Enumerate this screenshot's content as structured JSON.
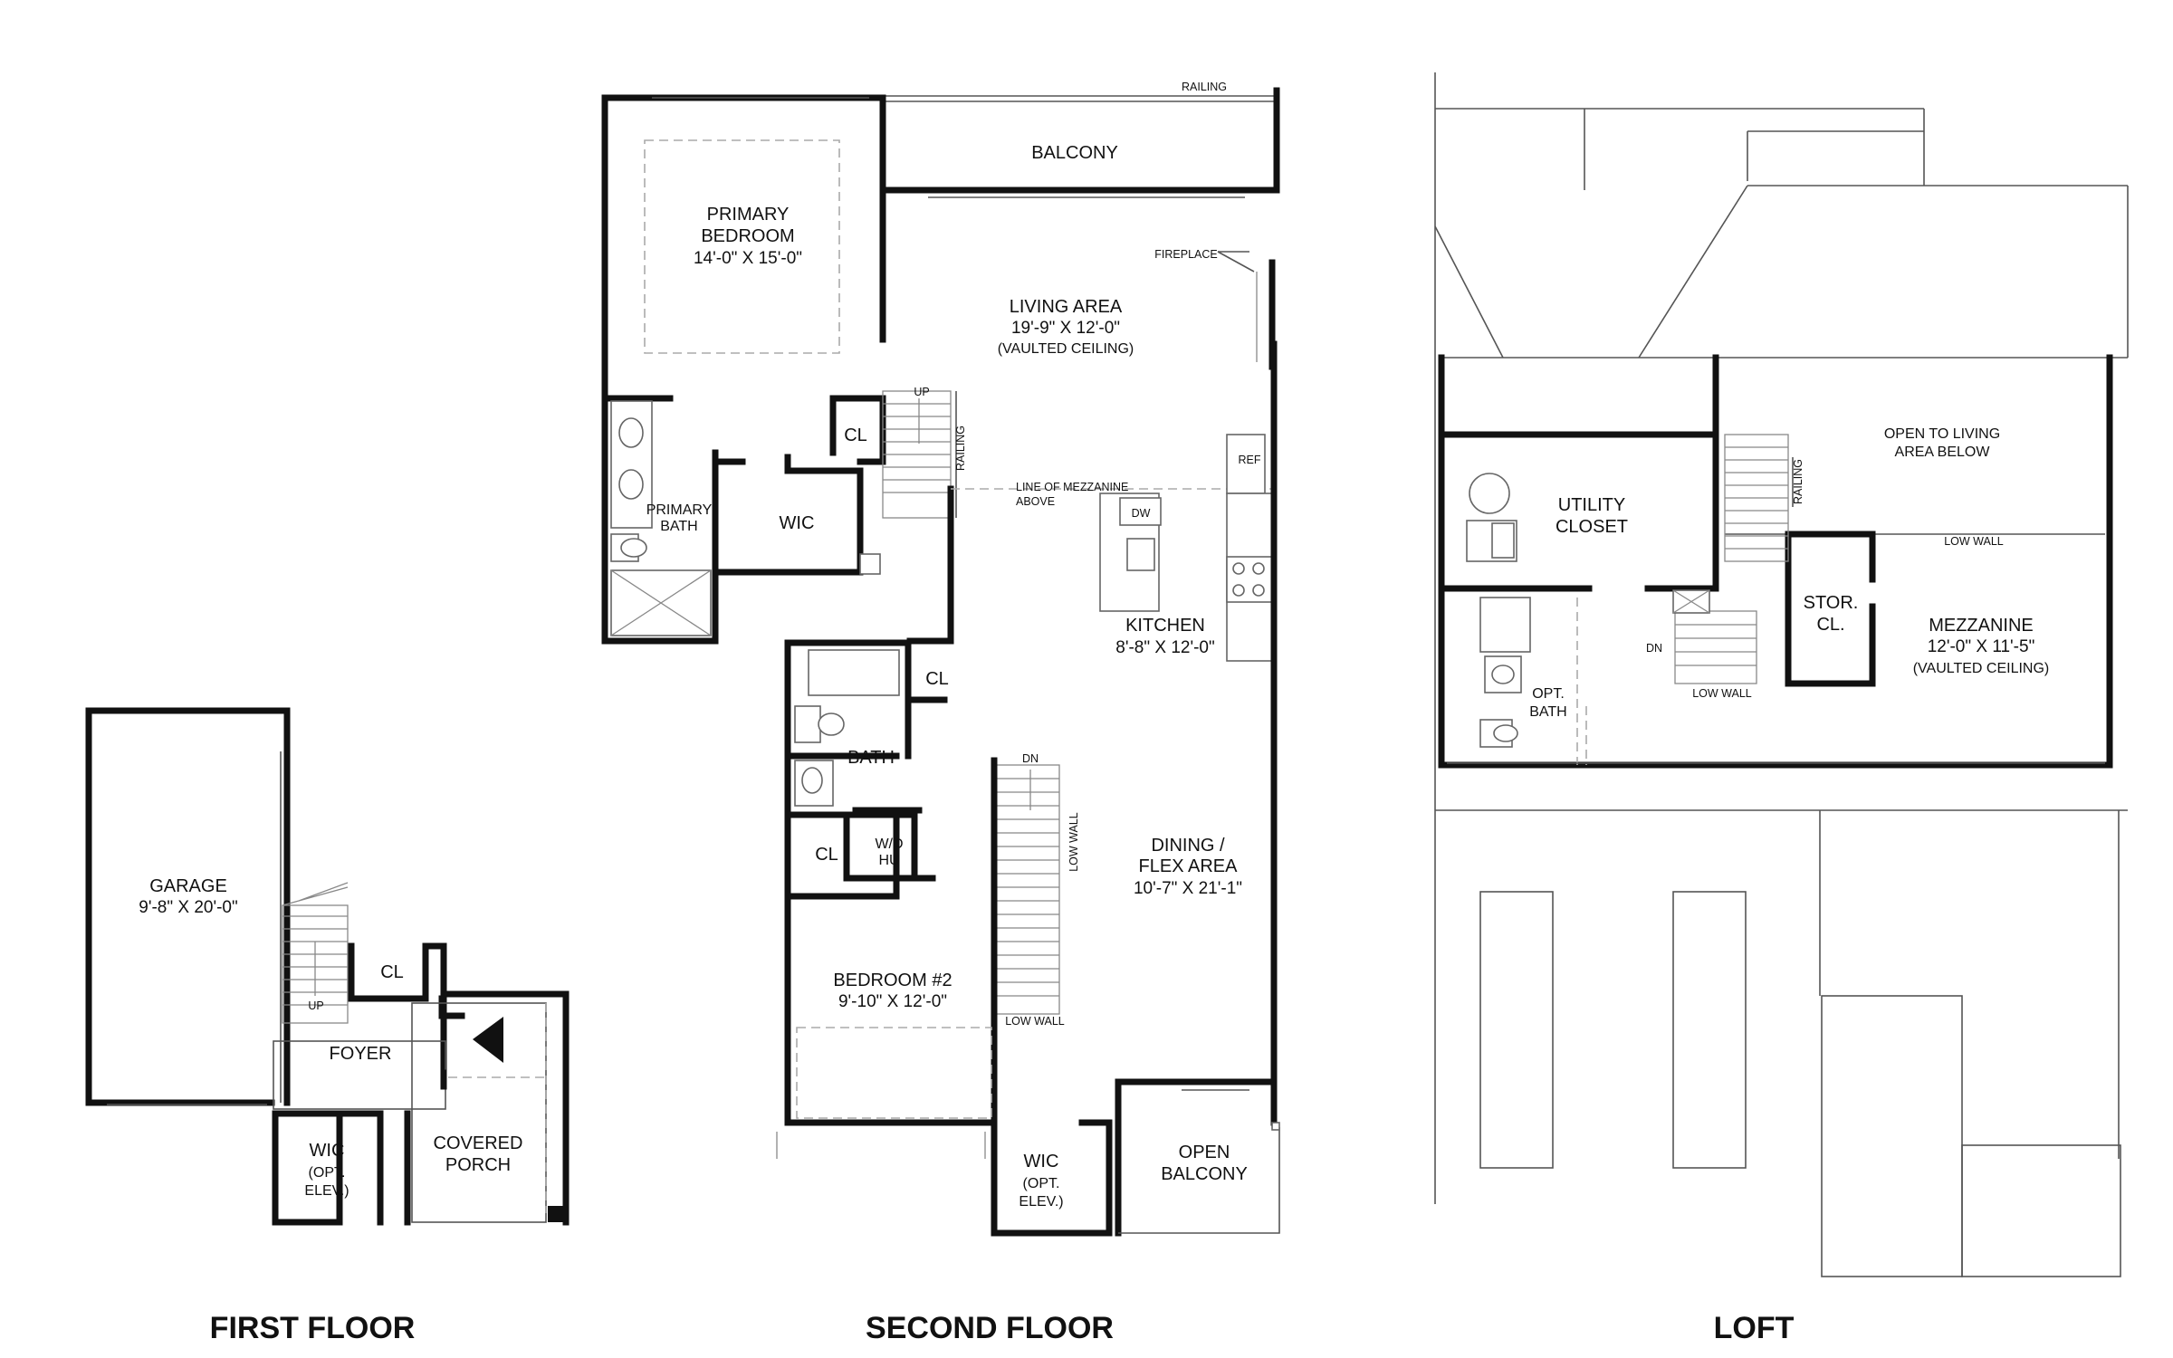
{
  "first_floor": {
    "title": "FIRST FLOOR",
    "garage": {
      "name": "GARAGE",
      "dims": "9'-8\" X 20'-0\""
    },
    "foyer": "FOYER",
    "closet": "CL",
    "wic": {
      "name": "WIC",
      "note1": "(OPT.",
      "note2": "ELEV.)"
    },
    "porch": {
      "line1": "COVERED",
      "line2": "PORCH"
    },
    "stair_up": "UP"
  },
  "second_floor": {
    "title": "SECOND FLOOR",
    "railing": "RAILING",
    "balcony": "BALCONY",
    "primary_bedroom": {
      "line1": "PRIMARY",
      "line2": "BEDROOM",
      "dims": "14'-0\" X 15'-0\""
    },
    "fireplace": "FIREPLACE",
    "living_area": {
      "name": "LIVING AREA",
      "dims": "19'-9\" X 12'-0\"",
      "note": "(VAULTED CEILING)"
    },
    "stair_up": "UP",
    "stair_railing": "RAILING",
    "closet_primary": "CL",
    "ref": "REF",
    "mezz_line1": "LINE OF MEZZANINE",
    "mezz_line2": "ABOVE",
    "primary_bath": {
      "line1": "PRIMARY",
      "line2": "BATH"
    },
    "wic_primary": "WIC",
    "dw": "DW",
    "kitchen": {
      "name": "KITCHEN",
      "dims": "8'-8\" X 12'-0\""
    },
    "closet_hall": "CL",
    "bath": "BATH",
    "closet_bed2": "CL",
    "wd": {
      "line1": "W/D",
      "line2": "HU"
    },
    "stair_dn": "DN",
    "low_wall_side": "LOW WALL",
    "dining": {
      "line1": "DINING /",
      "line2": "FLEX AREA",
      "dims": "10'-7\" X 21'-1\""
    },
    "bedroom2": {
      "name": "BEDROOM #2",
      "dims": "9'-10\" X 12'-0\""
    },
    "low_wall_bottom": "LOW WALL",
    "wic_lower": {
      "name": "WIC",
      "note1": "(OPT.",
      "note2": "ELEV.)"
    },
    "open_balcony": {
      "line1": "OPEN",
      "line2": "BALCONY"
    }
  },
  "loft": {
    "title": "LOFT",
    "open_to_living": {
      "line1": "OPEN TO LIVING",
      "line2": "AREA BELOW"
    },
    "utility": {
      "line1": "UTILITY",
      "line2": "CLOSET"
    },
    "railing": "RAILING",
    "low_wall_top": "LOW WALL",
    "stor_cl": {
      "line1": "STOR.",
      "line2": "CL."
    },
    "mezzanine": {
      "name": "MEZZANINE",
      "dims": "12'-0\" X 11'-5\"",
      "note": "(VAULTED CEILING)"
    },
    "stair_dn": "DN",
    "opt_bath": {
      "line1": "OPT.",
      "line2": "BATH"
    },
    "low_wall_bottom": "LOW WALL"
  }
}
